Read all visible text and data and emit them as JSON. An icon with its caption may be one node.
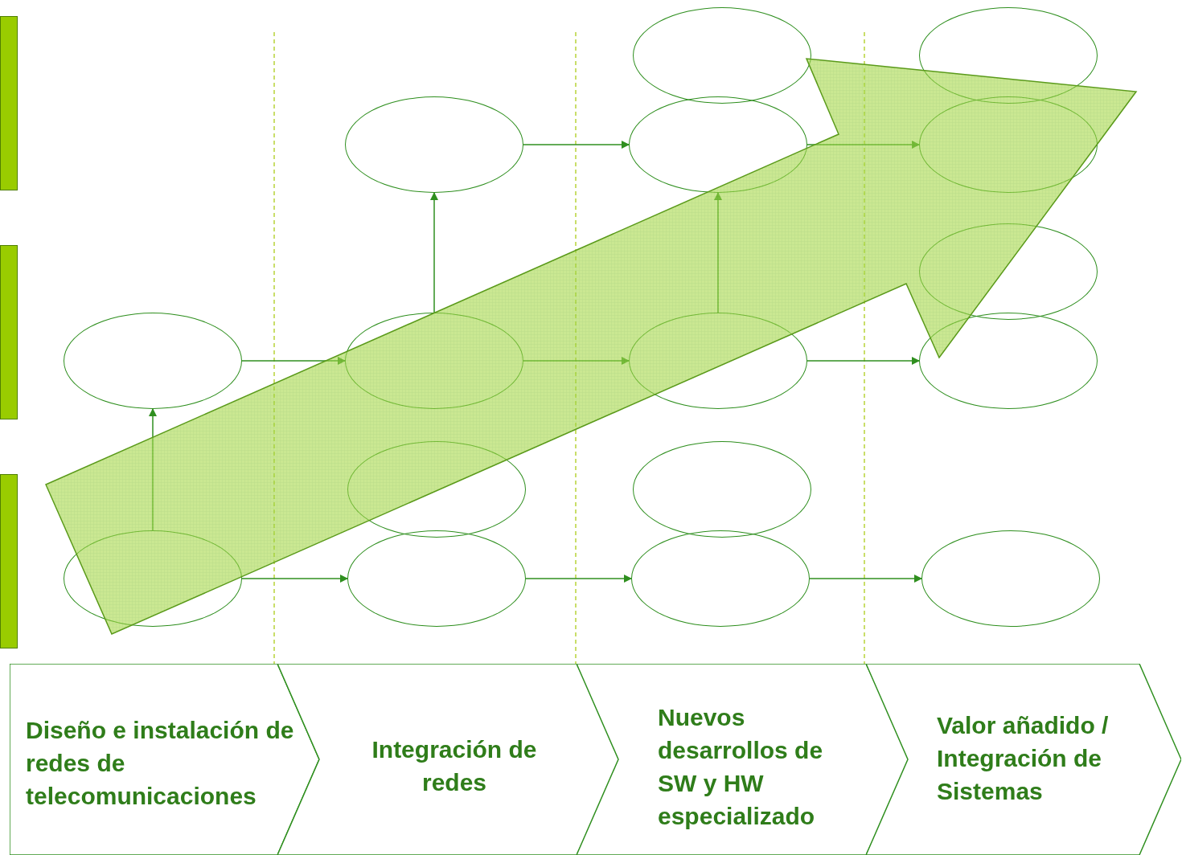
{
  "diagram": {
    "nodes": [
      {
        "text": [],
        "shape": "bar"
      },
      {
        "text": [],
        "shape": "bar"
      },
      {
        "text": [],
        "shape": "bar"
      },
      {
        "text": [],
        "shape": "ellipse"
      },
      {
        "text": [],
        "shape": "ellipse"
      },
      {
        "text": [],
        "shape": "ellipse"
      },
      {
        "text": [],
        "shape": "ellipse"
      },
      {
        "text": [],
        "shape": "ellipse"
      },
      {
        "text": [],
        "shape": "ellipse"
      },
      {
        "text": [],
        "shape": "ellipse"
      },
      {
        "text": [],
        "shape": "ellipse"
      },
      {
        "text": [],
        "shape": "ellipse"
      },
      {
        "text": [],
        "shape": "ellipse"
      },
      {
        "text": [],
        "shape": "ellipse"
      },
      {
        "text": [],
        "shape": "ellipse"
      },
      {
        "text": [],
        "shape": "ellipse"
      },
      {
        "text": [],
        "shape": "ellipse"
      },
      {
        "text": [],
        "shape": "ellipse"
      },
      {
        "text": [],
        "shape": "ellipse"
      },
      {
        "text": [
          "Diseño e instalación de redes de telecomunicaciones"
        ]
      },
      {
        "text": [
          "Integración de redes"
        ]
      },
      {
        "text": [
          "Nuevos desarrollos de SW y HW especializado"
        ]
      },
      {
        "text": [
          "Valor añadido / Integración de Sistemas"
        ]
      }
    ],
    "edges": [
      {
        "from": 15,
        "to": 9,
        "arrow": "to"
      },
      {
        "from": 9,
        "to": 10,
        "arrow": "to"
      },
      {
        "from": 15,
        "to": 16,
        "arrow": "to"
      },
      {
        "from": 10,
        "to": 5,
        "arrow": "to"
      },
      {
        "from": 5,
        "to": 6,
        "arrow": "to"
      },
      {
        "from": 10,
        "to": 11,
        "arrow": "to"
      },
      {
        "from": 16,
        "to": 17,
        "arrow": "to"
      },
      {
        "from": 11,
        "to": 6,
        "arrow": "to"
      },
      {
        "from": 6,
        "to": 7,
        "arrow": "to"
      },
      {
        "from": 11,
        "to": 12,
        "arrow": "to"
      },
      {
        "from": 17,
        "to": 18,
        "arrow": "to"
      }
    ]
  }
}
